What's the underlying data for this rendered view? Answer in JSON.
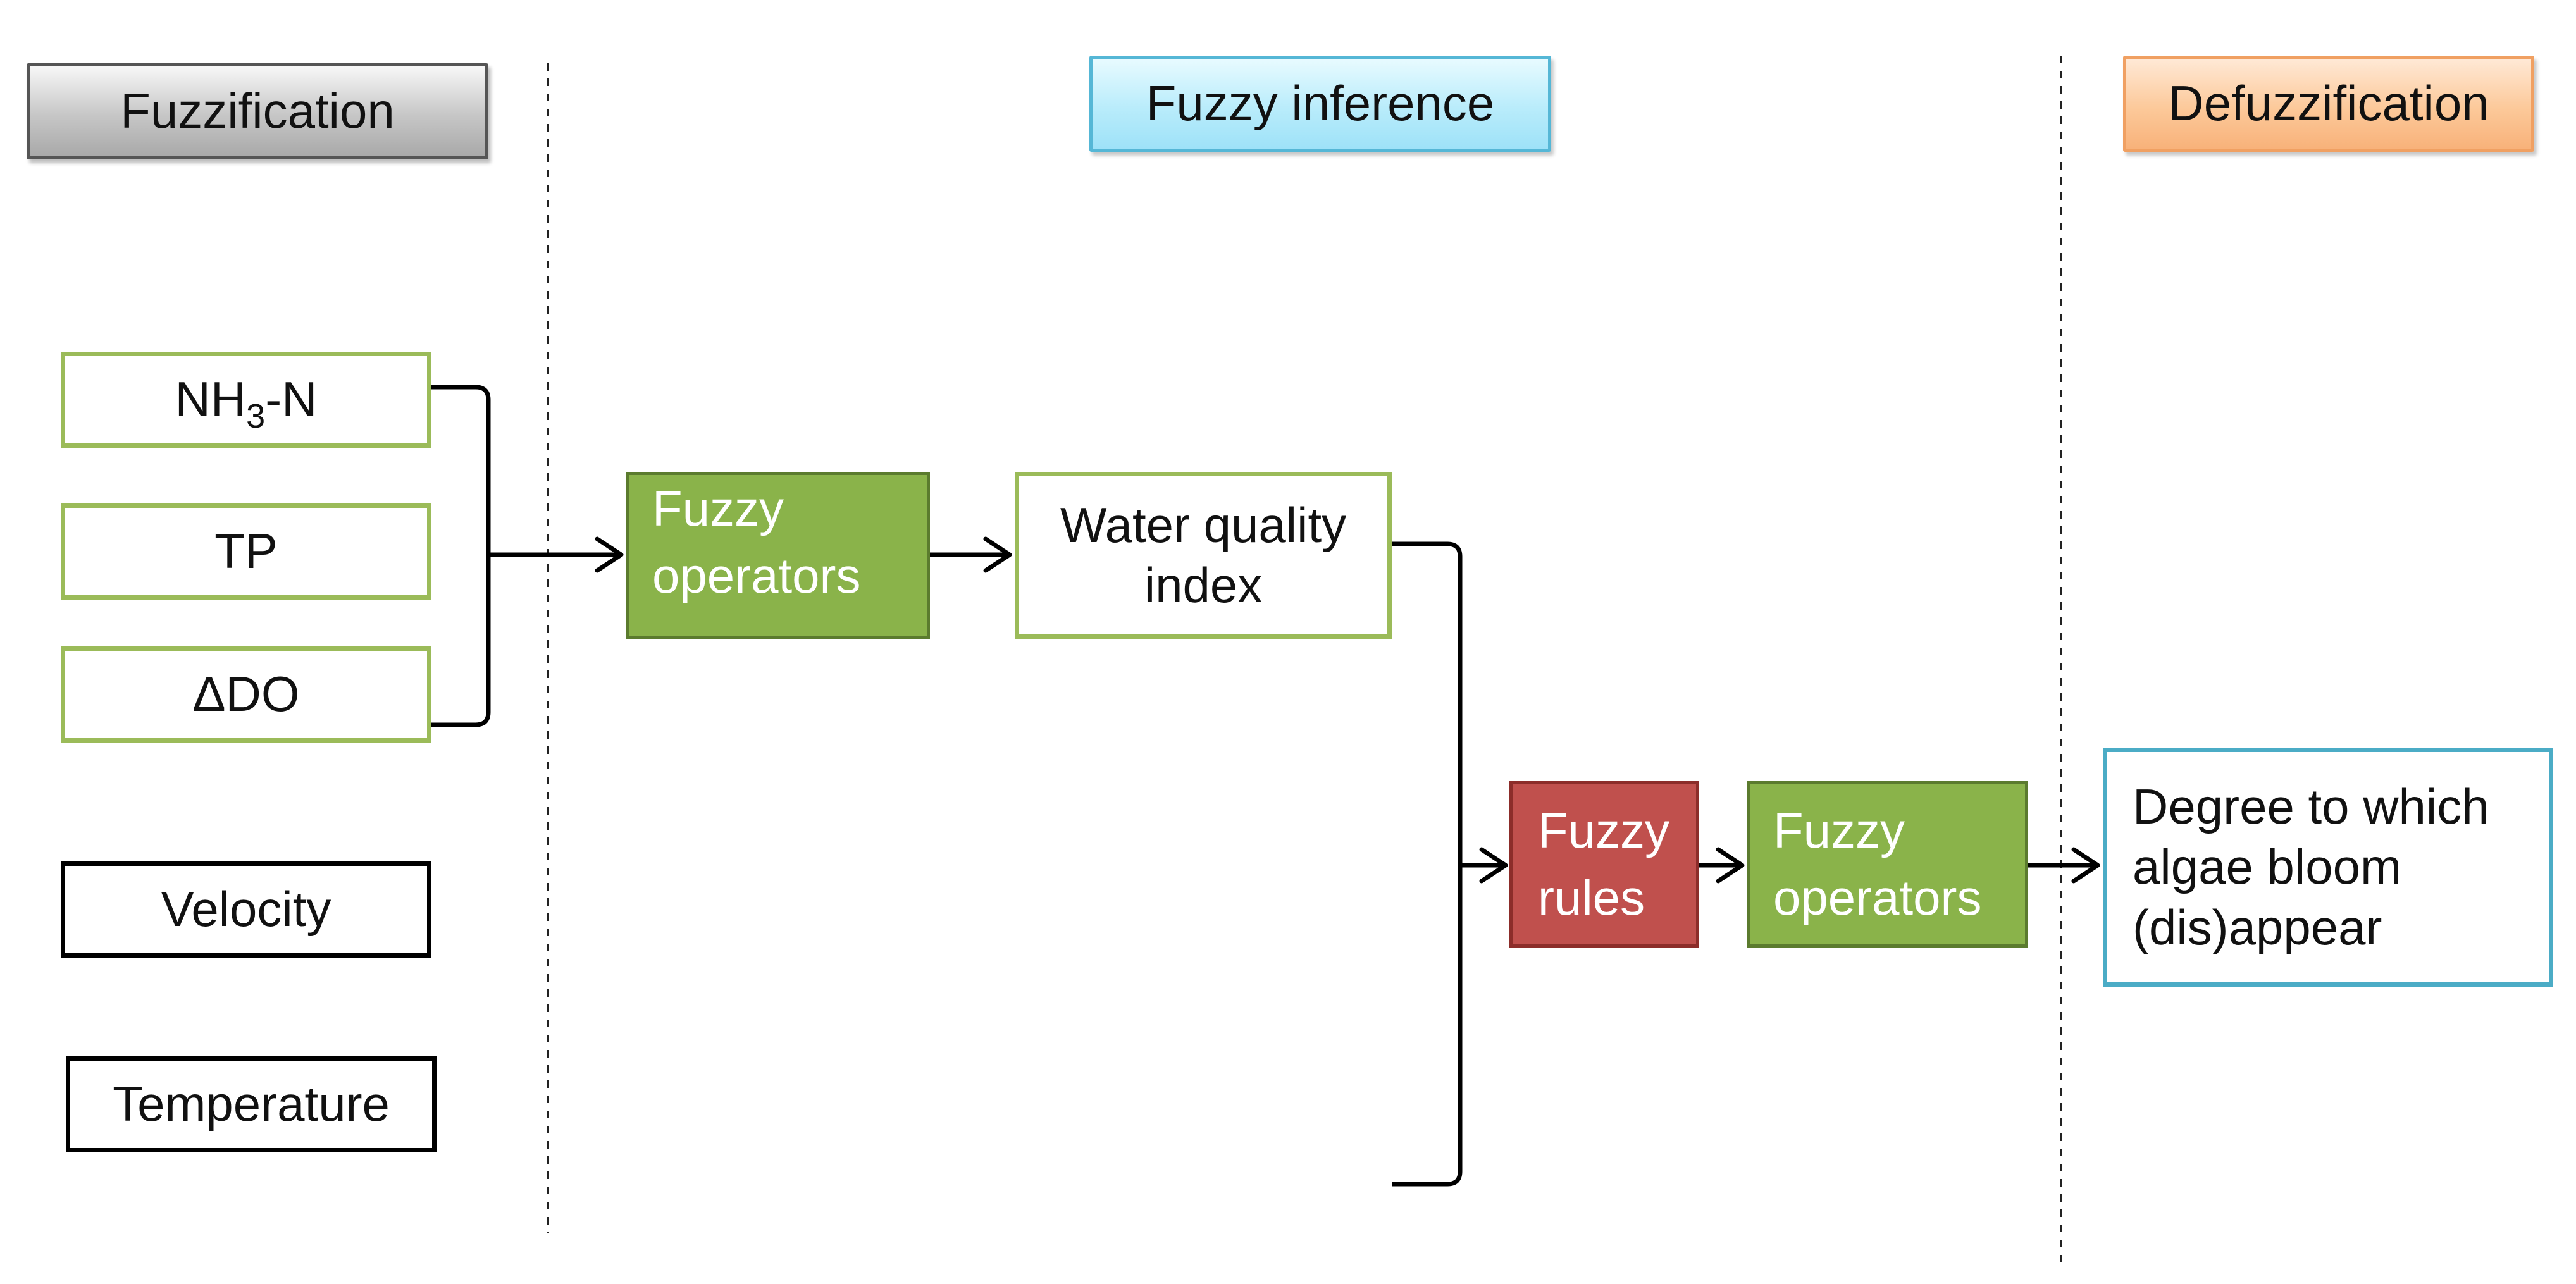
{
  "headers": {
    "fuzzification": "Fuzzification",
    "inference": "Fuzzy inference",
    "defuzzification": "Defuzzification"
  },
  "inputs": {
    "nh3n": {
      "base": "NH",
      "subscript": "3",
      "suffix": "-N"
    },
    "tp": "TP",
    "delta_do": "ΔDO",
    "velocity": "Velocity",
    "temperature": "Temperature"
  },
  "operators_1": {
    "line1": "Fuzzy",
    "line2": "operators"
  },
  "water_quality": {
    "line1": "Water quality",
    "line2": "index"
  },
  "rules": {
    "line1": "Fuzzy",
    "line2": "rules"
  },
  "operators_2": {
    "line1": "Fuzzy",
    "line2": "operators"
  },
  "output": {
    "line1": "Degree to which",
    "line2": "algae bloom",
    "line3": "(dis)appear"
  },
  "colors": {
    "input_green_border": "#9bbb59",
    "operator_green": "#8ab34a",
    "rules_red": "#c0504d",
    "output_teal": "#4bacc6",
    "header_blue": "#b9ecfb",
    "header_orange": "#fcc99a",
    "header_gray": "#c6c6c6"
  }
}
